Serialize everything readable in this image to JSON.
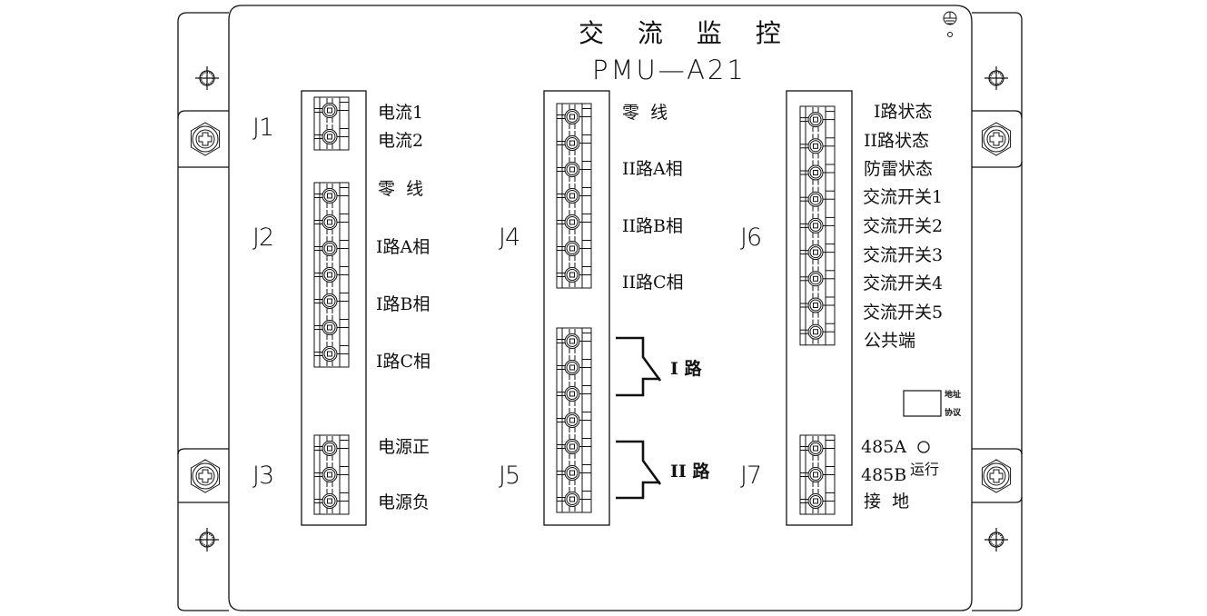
{
  "device": {
    "title": "交 流 监 控",
    "model": "PMU—A21",
    "colors": {
      "stroke": "#111111",
      "background": "#ffffff"
    }
  },
  "connectors": [
    {
      "id": "J1",
      "pins": 2,
      "labels": [
        "电流1",
        "电流2"
      ]
    },
    {
      "id": "J2",
      "pins": 7,
      "labels": [
        "零  线",
        "I路A相",
        "I路B相",
        "I路C相"
      ]
    },
    {
      "id": "J3",
      "pins": 3,
      "labels": [
        "电源正",
        "电源负"
      ]
    },
    {
      "id": "J4",
      "pins": 7,
      "labels": [
        "零  线",
        "II路A相",
        "II路B相",
        "II路C相"
      ]
    },
    {
      "id": "J5",
      "pins": 7,
      "labels": [
        "I 路",
        "II 路"
      ]
    },
    {
      "id": "J6",
      "pins": 9,
      "labels": [
        "I路状态",
        "II路状态",
        "防雷状态",
        "交流开关1",
        "交流开关2",
        "交流开关3",
        "交流开关4",
        "交流开关5",
        "公共端"
      ]
    },
    {
      "id": "J7",
      "pins": 3,
      "labels": [
        "485A",
        "485B",
        "接  地"
      ]
    }
  ],
  "indicators": {
    "dip_switch": {
      "labels": [
        "地址",
        "协议"
      ]
    },
    "run_led": {
      "label": "运行"
    }
  },
  "icons": [
    "ground-symbol-icon",
    "mounting-hole-icon",
    "screw-head-icon",
    "relay-contact-icon",
    "terminal-pin-icon"
  ]
}
